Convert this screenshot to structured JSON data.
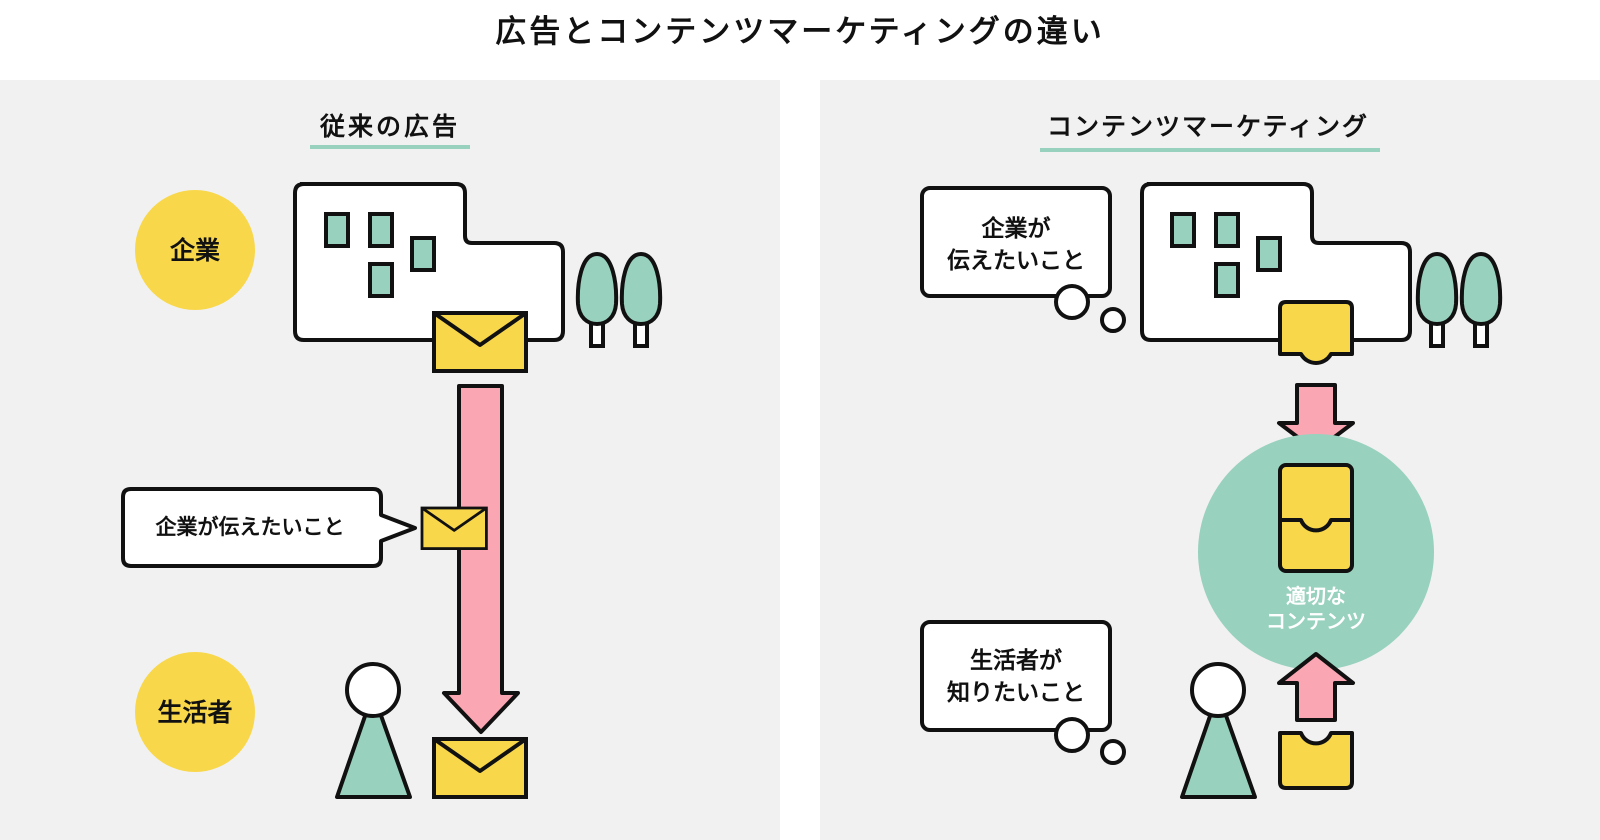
{
  "title": "広告とコンテンツマーケティングの違い",
  "colors": {
    "panel": "#f1f1f1",
    "stroke": "#111111",
    "yellow": "#f9d74a",
    "green": "#98d1bd",
    "pink": "#fba6b3",
    "white": "#ffffff"
  },
  "left": {
    "heading": "従来の広告",
    "company_label": "企業",
    "consumer_label": "生活者",
    "speech_bubble": "企業が伝えたいこと"
  },
  "right": {
    "heading": "コンテンツマーケティング",
    "company_thought_line1": "企業が",
    "company_thought_line2": "伝えたいこと",
    "consumer_thought_line1": "生活者が",
    "consumer_thought_line2": "知りたいこと",
    "circle_line1": "適切な",
    "circle_line2": "コンテンツ"
  }
}
